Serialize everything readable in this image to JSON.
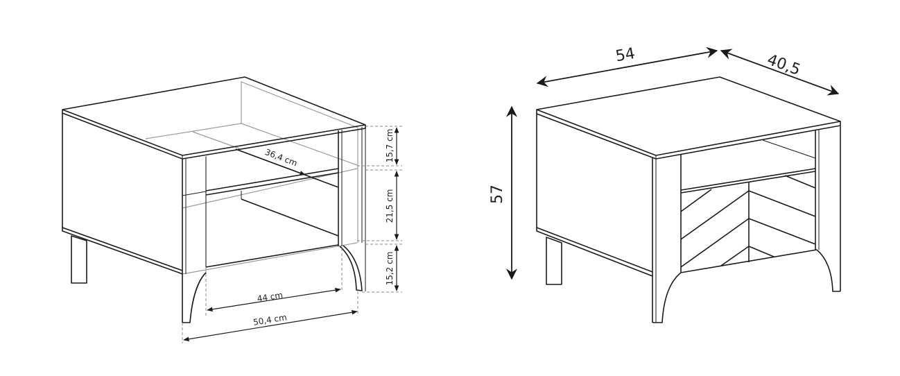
{
  "left_drawing": {
    "dimensions": {
      "inner_depth": "36,4 cm",
      "top_opening_height": "15,7 cm",
      "shelf_opening_height": "21,5 cm",
      "leg_height": "15,2 cm",
      "inner_width": "44 cm",
      "outer_leg_width": "50,4 cm"
    }
  },
  "right_drawing": {
    "dimensions": {
      "width": "54",
      "depth": "40,5",
      "height": "57"
    }
  }
}
